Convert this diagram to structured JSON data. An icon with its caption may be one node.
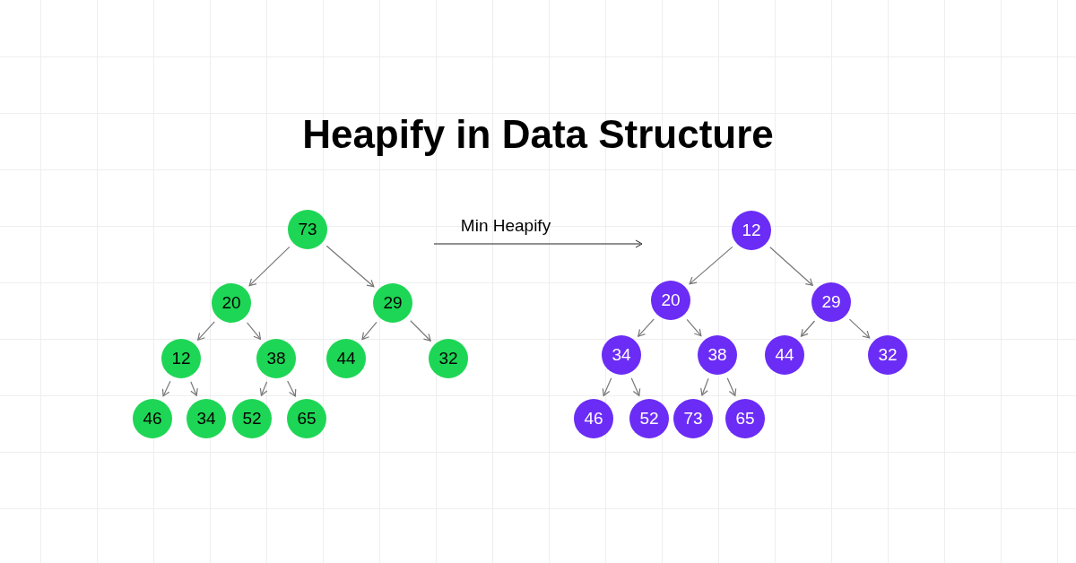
{
  "diagram": {
    "title": "Heapify in Data Structure",
    "nodes": [
      {
        "text": [
          "73"
        ]
      },
      {
        "text": [
          "20"
        ]
      },
      {
        "text": [
          "29"
        ]
      },
      {
        "text": [
          "12"
        ]
      },
      {
        "text": [
          "38"
        ]
      },
      {
        "text": [
          "44"
        ]
      },
      {
        "text": [
          "32"
        ]
      },
      {
        "text": [
          "46"
        ]
      },
      {
        "text": [
          "34"
        ]
      },
      {
        "text": [
          "52"
        ]
      },
      {
        "text": [
          "65"
        ]
      },
      {
        "text": [
          "12"
        ]
      },
      {
        "text": [
          "20"
        ]
      },
      {
        "text": [
          "29"
        ]
      },
      {
        "text": [
          "34"
        ]
      },
      {
        "text": [
          "38"
        ]
      },
      {
        "text": [
          "44"
        ]
      },
      {
        "text": [
          "32"
        ]
      },
      {
        "text": [
          "46"
        ]
      },
      {
        "text": [
          "52"
        ]
      },
      {
        "text": [
          "73"
        ]
      },
      {
        "text": [
          "65"
        ]
      }
    ],
    "edges": [
      {
        "from": 0,
        "to": 1,
        "arrow": "to"
      },
      {
        "from": 0,
        "to": 2,
        "arrow": "to"
      },
      {
        "from": 1,
        "to": 3,
        "arrow": "to"
      },
      {
        "from": 1,
        "to": 4,
        "arrow": "to"
      },
      {
        "from": 2,
        "to": 5,
        "arrow": "to"
      },
      {
        "from": 2,
        "to": 6,
        "arrow": "to"
      },
      {
        "from": 3,
        "to": 7,
        "arrow": "to"
      },
      {
        "from": 3,
        "to": 8,
        "arrow": "to"
      },
      {
        "from": 4,
        "to": 9,
        "arrow": "to"
      },
      {
        "from": 4,
        "to": 10,
        "arrow": "to"
      },
      {
        "from": 11,
        "to": 12,
        "arrow": "to"
      },
      {
        "from": 11,
        "to": 13,
        "arrow": "to"
      },
      {
        "from": 12,
        "to": 14,
        "arrow": "to"
      },
      {
        "from": 12,
        "to": 15,
        "arrow": "to"
      },
      {
        "from": 13,
        "to": 16,
        "arrow": "to"
      },
      {
        "from": 13,
        "to": 17,
        "arrow": "to"
      },
      {
        "from": 14,
        "to": 18,
        "arrow": "to"
      },
      {
        "from": 14,
        "to": 19,
        "arrow": "to"
      },
      {
        "from": 15,
        "to": 20,
        "arrow": "to"
      },
      {
        "from": 15,
        "to": 21,
        "arrow": "to"
      }
    ],
    "labels": [
      "Min Heapify"
    ]
  }
}
